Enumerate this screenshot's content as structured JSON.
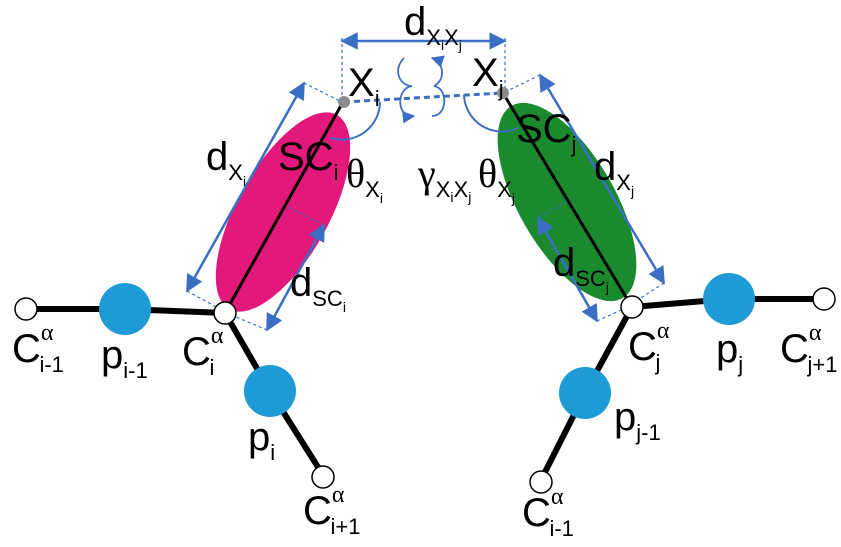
{
  "colors": {
    "sidechain_i": "#e2187a",
    "sidechain_j": "#1b8a2e",
    "peptide": "#1e9ad6",
    "measure": "#3b6fc4",
    "dot": "#8c8c8c",
    "bond": "#000000"
  },
  "labels": {
    "X_i": {
      "main": "X",
      "sub": "i"
    },
    "X_j": {
      "main": "X",
      "sub": "j"
    },
    "SC_i": {
      "main": "SC",
      "sub": "i"
    },
    "SC_j": {
      "main": "SC",
      "sub": "j"
    },
    "d_Xi": {
      "main": "d",
      "sub": "X",
      "subsub": "i"
    },
    "d_Xj": {
      "main": "d",
      "sub": "X",
      "subsub": "j"
    },
    "d_SCi": {
      "main": "d",
      "sub": "SC",
      "subsub": "i"
    },
    "d_SCj": {
      "main": "d",
      "sub": "SC",
      "subsub": "j"
    },
    "d_XiXj": {
      "main": "d",
      "sub1": "X",
      "subsub1": "i",
      "sub2": "X",
      "subsub2": "j"
    },
    "theta_Xi": {
      "main": "θ",
      "sub": "X",
      "subsub": "i"
    },
    "theta_Xj": {
      "main": "θ",
      "sub": "X",
      "subsub": "j"
    },
    "gamma": {
      "main": "γ",
      "sub1": "X",
      "subsub1": "i",
      "sub2": "X",
      "subsub2": "j"
    },
    "Ca_i_minus_1": {
      "main": "C",
      "sup": "α",
      "sub": "i-1"
    },
    "Ca_i": {
      "main": "C",
      "sup": "α",
      "sub": "i"
    },
    "Ca_i_plus_1": {
      "main": "C",
      "sup": "α",
      "sub": "i+1"
    },
    "Ca_j": {
      "main": "C",
      "sup": "α",
      "sub": "j"
    },
    "Ca_j_plus_1": {
      "main": "C",
      "sup": "α",
      "sub": "j+1"
    },
    "Ca_j_minus_1": {
      "main": "C",
      "sup": "α",
      "sub": "i-1"
    },
    "p_i_minus_1": {
      "main": "p",
      "sub": "i-1"
    },
    "p_i": {
      "main": "p",
      "sub": "i"
    },
    "p_j": {
      "main": "p",
      "sub": "j"
    },
    "p_j_minus_1": {
      "main": "p",
      "sub": "j-1"
    }
  }
}
